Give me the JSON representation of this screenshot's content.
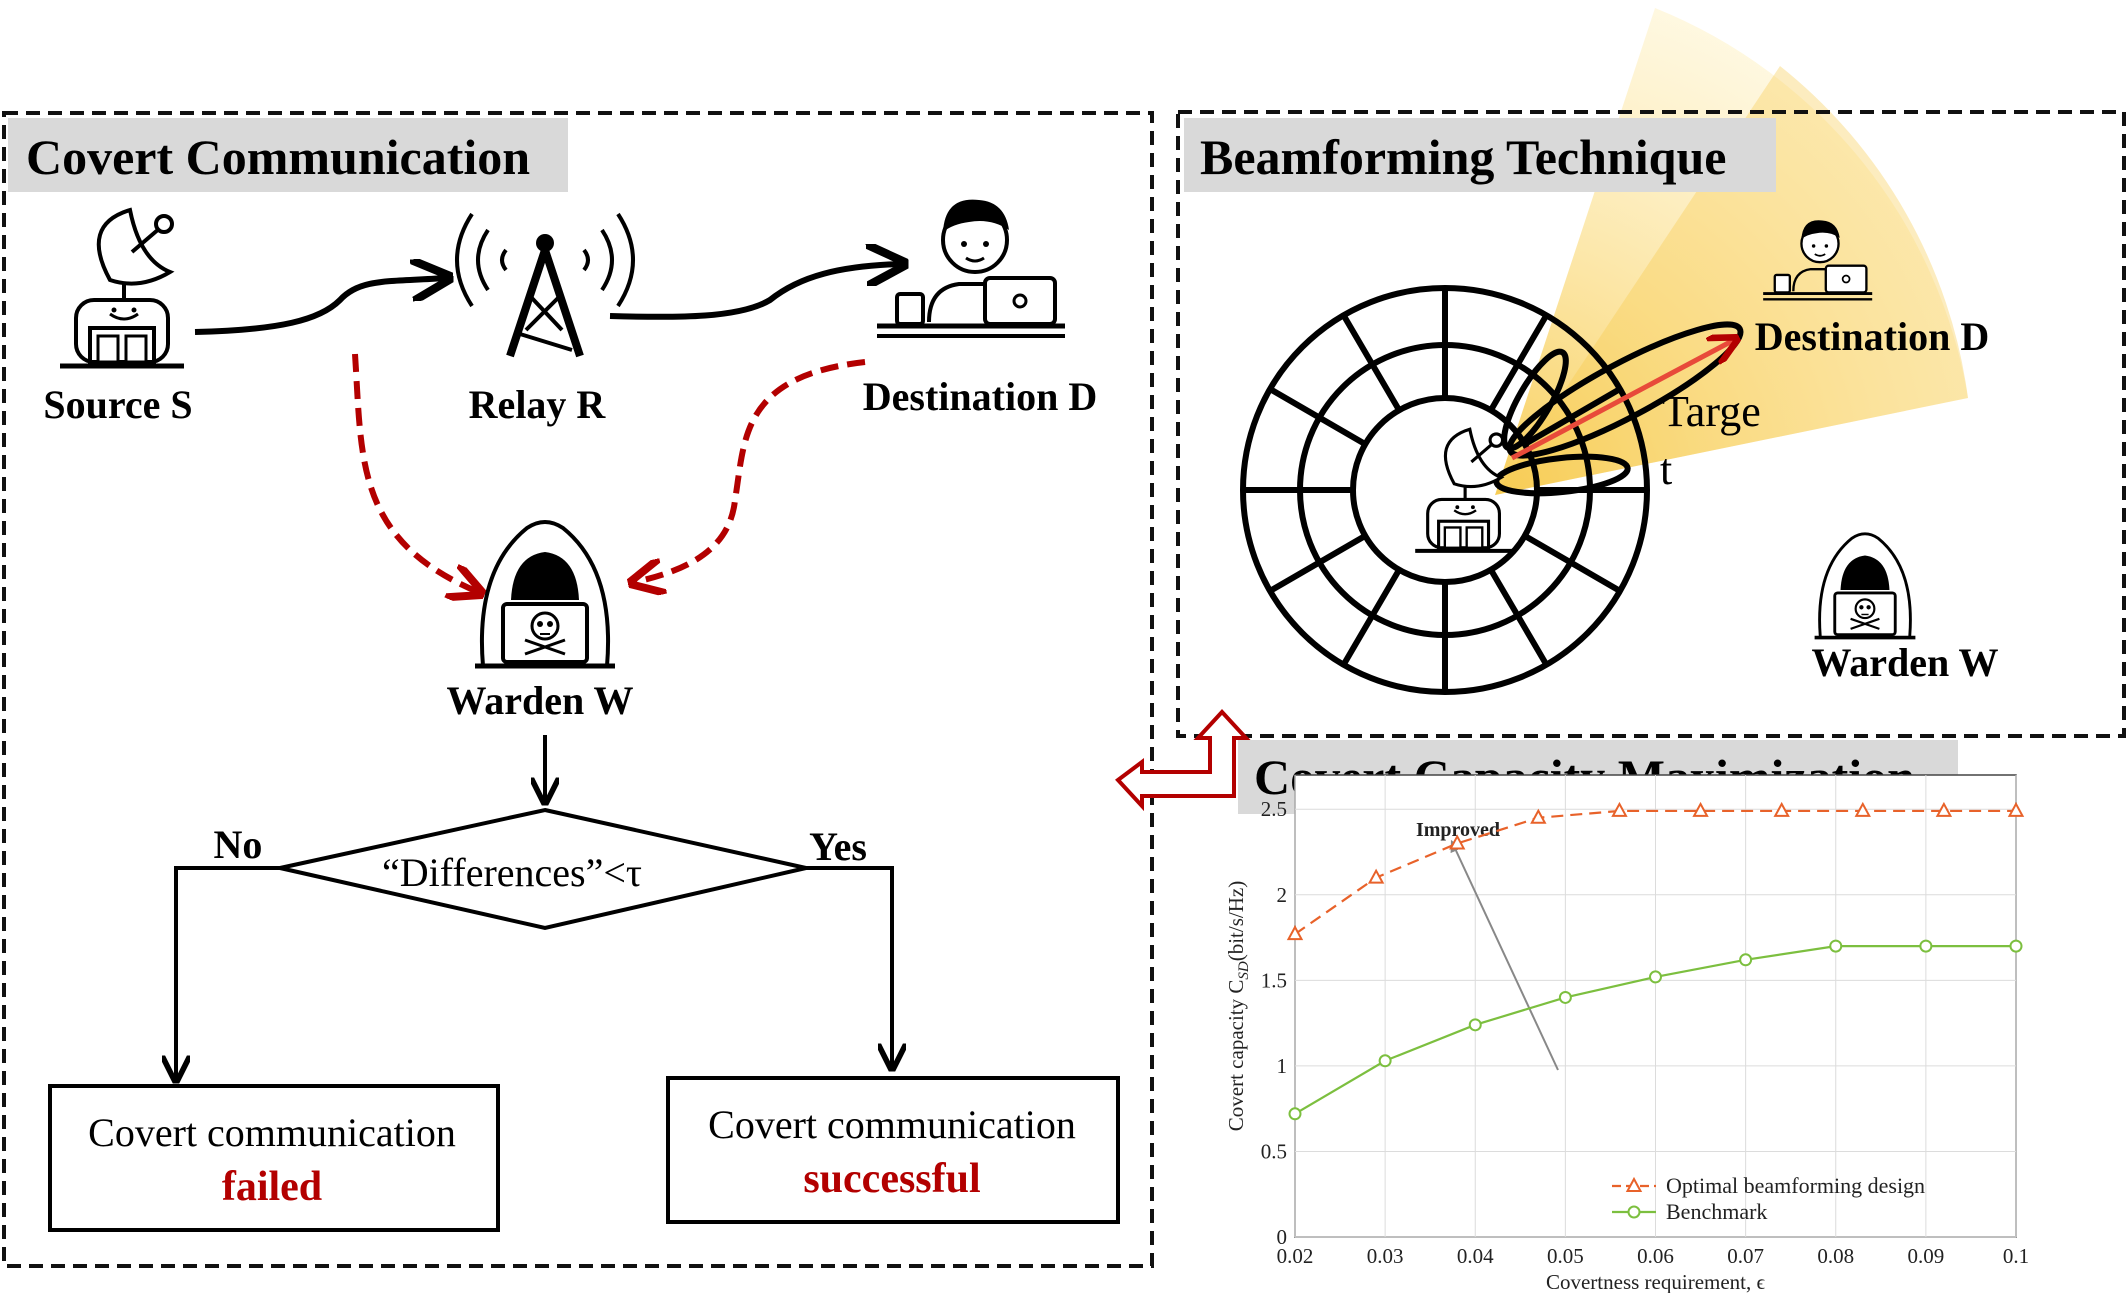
{
  "covert_comm": {
    "title": "Covert Communication",
    "source_label": "Source S",
    "relay_label": "Relay R",
    "destination_label": "Destination D",
    "warden_label": "Warden W",
    "decision_text": "“Differences”<τ",
    "no_label": "No",
    "yes_label": "Yes",
    "failed_line1": "Covert communication",
    "failed_line2": "failed",
    "success_line1": "Covert communication",
    "success_line2": "successful"
  },
  "beamforming": {
    "title": "Beamforming Technique",
    "destination_label": "Destination D",
    "target_line1": "Targe",
    "target_line2": "t",
    "warden_label": "Warden W"
  },
  "capacity": {
    "title": "Covert Capacity Maximization"
  },
  "colors": {
    "red_arrow": "#b30000",
    "header_bg": "#d9d9d9",
    "beam_yellow": "#f7c948",
    "optimal_series": "#e8622a",
    "benchmark_series": "#7cbf3f"
  },
  "chart_data": {
    "type": "line",
    "xlabel": "Covertness requirement, ϵ",
    "ylabel": "Covert capacity C",
    "ylabel_sub": "SD",
    "ylabel_unit": "(bit/s/Hz)",
    "xlim": [
      0.02,
      0.1
    ],
    "ylim": [
      0,
      2.7
    ],
    "xticks": [
      "0.02",
      "0.03",
      "0.04",
      "0.05",
      "0.06",
      "0.07",
      "0.08",
      "0.09",
      "0.1"
    ],
    "yticks": [
      "0",
      "0.5",
      "1",
      "1.5",
      "2",
      "2.5"
    ],
    "grid": true,
    "legend_position": "bottom-right",
    "annotation": "Improved",
    "series": [
      {
        "name": "Optimal beamforming design",
        "color": "#e8622a",
        "marker": "triangle",
        "style": "dashed",
        "x": [
          0.02,
          0.029,
          0.038,
          0.047,
          0.056,
          0.065,
          0.074,
          0.083,
          0.092,
          0.1
        ],
        "y": [
          1.77,
          2.1,
          2.3,
          2.45,
          2.49,
          2.49,
          2.49,
          2.49,
          2.49,
          2.49
        ]
      },
      {
        "name": "Benchmark",
        "color": "#7cbf3f",
        "marker": "circle",
        "style": "solid",
        "x": [
          0.02,
          0.03,
          0.04,
          0.05,
          0.06,
          0.07,
          0.08,
          0.09,
          0.1
        ],
        "y": [
          0.72,
          1.03,
          1.24,
          1.4,
          1.52,
          1.62,
          1.7,
          1.7,
          1.7
        ]
      }
    ]
  }
}
